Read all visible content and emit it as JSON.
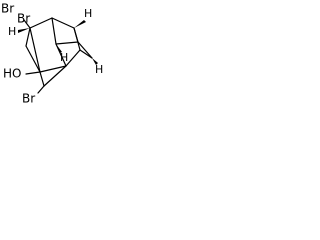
{
  "molecule": {
    "atoms": {
      "br_top_left": "Br",
      "br_top_right": "Br",
      "hydroxyl": "HO",
      "br_bottom": "Br"
    },
    "stereo_hydrogens": {
      "h_upper_left": "H",
      "h_upper_right": "H",
      "h_right": "H",
      "h_center": "H"
    }
  }
}
